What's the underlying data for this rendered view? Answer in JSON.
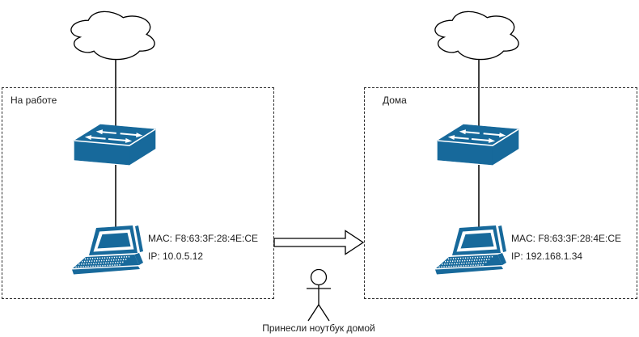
{
  "zones": {
    "work": {
      "label": "На работе",
      "laptop": {
        "mac": "MAC: F8:63:3F:28:4E:CE",
        "ip": "IP: 10.0.5.12"
      }
    },
    "home": {
      "label": "Дома",
      "laptop": {
        "mac": "MAC: F8:63:3F:28:4E:CE",
        "ip": "IP: 192.168.1.34"
      }
    }
  },
  "arrow_caption": "Принесли ноутбук домой",
  "icons": {
    "cloud": "internet-cloud-icon",
    "switch": "network-switch-icon",
    "laptop": "laptop-icon",
    "arrow": "right-block-arrow-icon",
    "person": "person-stick-figure-icon"
  },
  "colors": {
    "device_fill": "#17699B",
    "stroke": "#000000",
    "connector": "#3F3F3F",
    "background": "#FFFFFF"
  }
}
